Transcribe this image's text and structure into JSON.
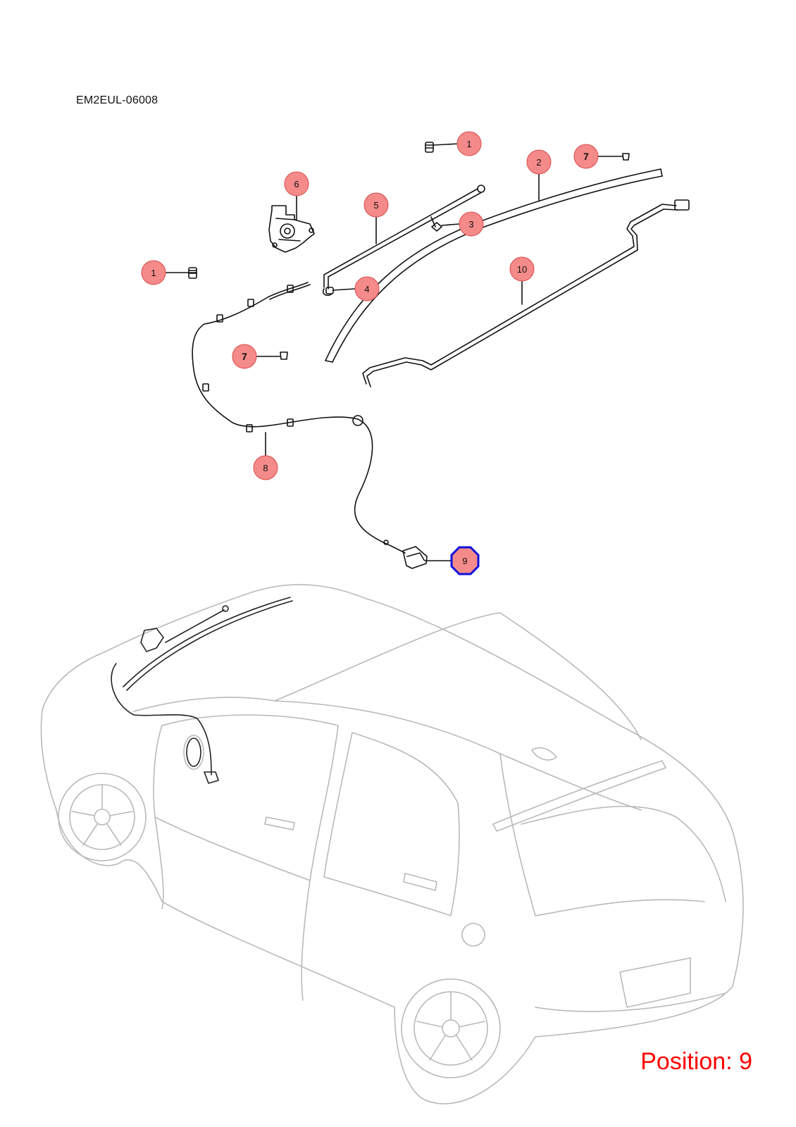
{
  "diagram_code": "EM2EUL-06008",
  "position_label": "Position: 9",
  "colors": {
    "callout_fill": "#f58a8a",
    "callout_stroke": "#d84a4a",
    "selected_stroke": "#1010e0",
    "line": "#111111",
    "car_outline": "#b9b9b9",
    "position_text": "#ff0000"
  },
  "callouts": [
    {
      "id": "c1a",
      "label": "1",
      "bold": false,
      "selected": false
    },
    {
      "id": "c1b",
      "label": "1",
      "bold": false,
      "selected": false
    },
    {
      "id": "c2",
      "label": "2",
      "bold": false,
      "selected": false
    },
    {
      "id": "c3",
      "label": "3",
      "bold": false,
      "selected": false
    },
    {
      "id": "c4",
      "label": "4",
      "bold": false,
      "selected": false
    },
    {
      "id": "c5",
      "label": "5",
      "bold": false,
      "selected": false
    },
    {
      "id": "c6",
      "label": "6",
      "bold": false,
      "selected": false
    },
    {
      "id": "c7a",
      "label": "7",
      "bold": true,
      "selected": false
    },
    {
      "id": "c7b",
      "label": "7",
      "bold": true,
      "selected": false
    },
    {
      "id": "c8",
      "label": "8",
      "bold": false,
      "selected": false
    },
    {
      "id": "c9",
      "label": "9",
      "bold": false,
      "selected": true
    },
    {
      "id": "c10",
      "label": "10",
      "bold": false,
      "selected": false
    }
  ]
}
